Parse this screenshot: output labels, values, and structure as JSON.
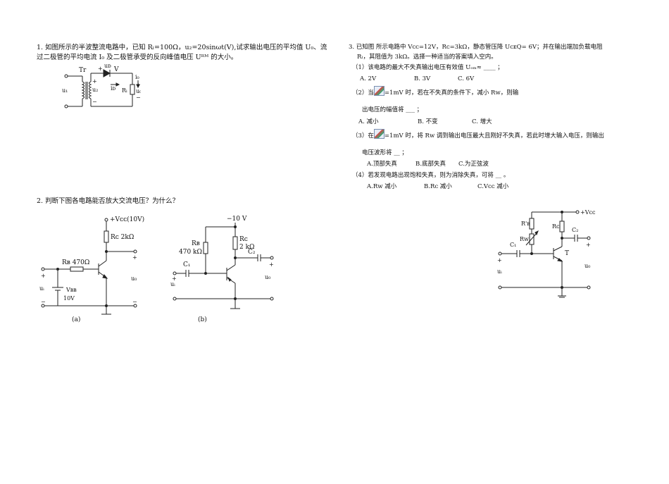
{
  "q1": {
    "line1": "1. 如图所示的半波整流电路中，已知 Rₗ=100Ω，u₂=20sinωt(V),试求输出电压的平均值 U₀、流",
    "line2": "过二极管的平均电流 I₀ 及二极管承受的反向峰值电压 Uᴿᴹ 的大小。",
    "fig": {
      "tr": "Tr",
      "v": "V",
      "uD": "uᴅ",
      "iD": "iᴅ",
      "iO": "i₀",
      "u1": "u₁",
      "u2": "u₂",
      "RL": "Rₗ",
      "uO": "u₀",
      "plus": "+",
      "minus": "−"
    }
  },
  "q2": {
    "title": "2. 判断下图各电路能否放大交流电压？为什么？",
    "fig_a": {
      "vcc": "+Vᴄᴄ(10V)",
      "rc": "Rᴄ  2kΩ",
      "rb": "Rʙ  470Ω",
      "vbb": "Vʙʙ",
      "vbb_val": "10V",
      "ui": "uᵢ",
      "uo": "u₀",
      "caption": "(a)"
    },
    "fig_b": {
      "vcc": "−10 V",
      "rb": "Rʙ",
      "rb_val": "470 kΩ",
      "rc": "Rᴄ",
      "rc_val": "2 kΩ",
      "c1": "C₁",
      "c2": "C₂",
      "ui": "uᵢ",
      "uo": "u₀",
      "caption": "(b)"
    }
  },
  "q3": {
    "intro1": "3. 已知图  所示电路中 Vᴄᴄ=12V，Rᴄ=3kΩ，静态管压降 UᴄᴇQ=       6V；并在输出端加负载电阻",
    "intro2": "Rₗ，其阻值为 3kΩ。选择一种适当的答案填入空内。",
    "p1": "（1）该电路的最大不失真输出电压有效值 Uₒₘ≈  ____  ；",
    "p1_opts": [
      "A. 2V",
      "B. 3V",
      "C. 6V"
    ],
    "p2a": "（2）当",
    "p2b": "=1mV 时，若在不失真的条件下，减小 Rᴡ，则输",
    "p2c": "出电压的幅值将  ___  ；",
    "p2_opts": [
      "A. 减小",
      "B. 不变",
      "C. 增大"
    ],
    "p3a": "（3）在",
    "p3b": "=1mV 时，将 Rᴡ 调到输出电压最大且刚好不失真，若此时增大输入电压，则输出",
    "p3c": "电压波形将 __ ；",
    "p3_opts": [
      "A.顶部失真",
      "B.底部失真",
      "C.为正弦波"
    ],
    "p4": "（4）若发现电路出现饱和失真，则为消除失真，可将 __ 。",
    "p4_opts": [
      "A.Rᴡ 减小",
      "B.Rᴄ 减小",
      "C.Vᴄᴄ 减小"
    ],
    "fig": {
      "vcc": "+Vᴄᴄ",
      "rb": "R'ʙ",
      "rw": "Rᴡ",
      "rc": "Rᴄ",
      "c1": "C₁",
      "c2": "C₂",
      "t": "T",
      "ui": "uᵢ",
      "uo": "u₀"
    }
  }
}
